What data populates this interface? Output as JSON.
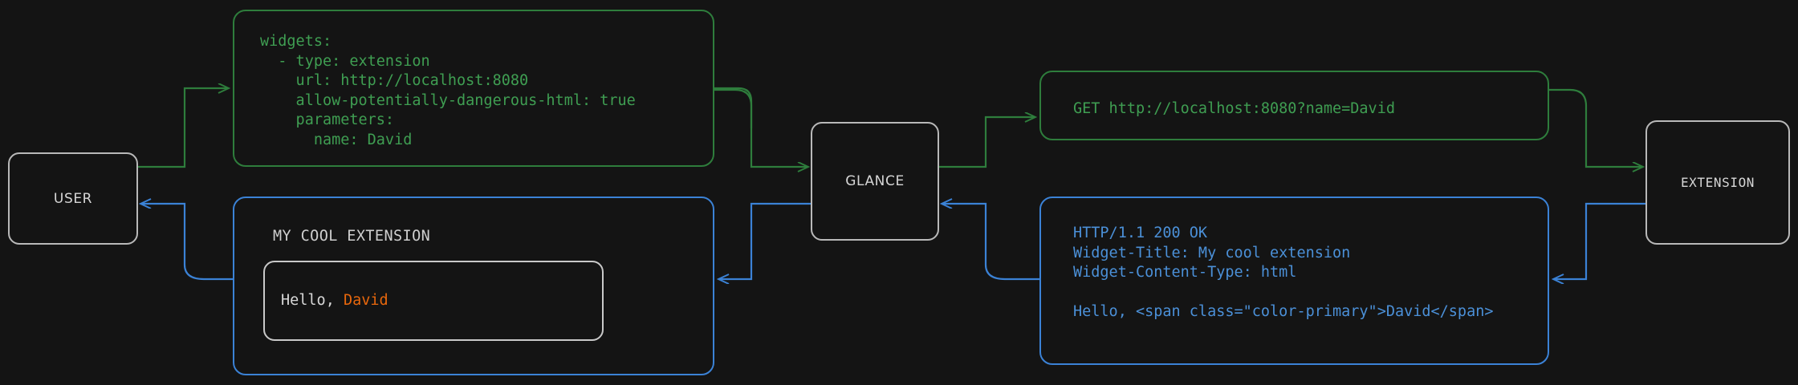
{
  "diagram": {
    "type": "flow-diagram",
    "background_color": "#141414",
    "colors": {
      "green": "#2e7d3c",
      "green_text": "#3f9e52",
      "blue": "#3b82d6",
      "blue_text": "#4b90d8",
      "gray_border": "#b9b9b9",
      "gray_text": "#d6d6d6",
      "accent_orange": "#e8670c"
    }
  },
  "nodes": {
    "user": {
      "label": "USER"
    },
    "glance": {
      "label": "GLANCE"
    },
    "extension": {
      "label": "EXTENSION"
    }
  },
  "cards": {
    "yaml_config": {
      "color": "green",
      "text": "widgets:\n  - type: extension\n    url: http://localhost:8080\n    allow-potentially-dangerous-html: true\n    parameters:\n      name: David"
    },
    "http_request": {
      "color": "green",
      "text": "GET http://localhost:8080?name=David"
    },
    "http_response": {
      "color": "blue",
      "text": "HTTP/1.1 200 OK\nWidget-Title: My cool extension\nWidget-Content-Type: html\n\nHello, <span class=\"color-primary\">David</span>"
    },
    "rendered_widget": {
      "color": "blue",
      "title": "MY COOL EXTENSION",
      "body_prefix": "Hello, ",
      "body_accent": "David"
    }
  },
  "connectors": [
    {
      "name": "user-to-config",
      "color": "green",
      "direction": "right"
    },
    {
      "name": "config-to-glance",
      "color": "green",
      "direction": "right"
    },
    {
      "name": "glance-to-request",
      "color": "green",
      "direction": "right"
    },
    {
      "name": "request-to-extension",
      "color": "green",
      "direction": "right"
    },
    {
      "name": "extension-to-response",
      "color": "blue",
      "direction": "left"
    },
    {
      "name": "response-to-glance",
      "color": "blue",
      "direction": "left"
    },
    {
      "name": "glance-to-widget",
      "color": "blue",
      "direction": "left"
    },
    {
      "name": "widget-to-user",
      "color": "blue",
      "direction": "left"
    }
  ]
}
